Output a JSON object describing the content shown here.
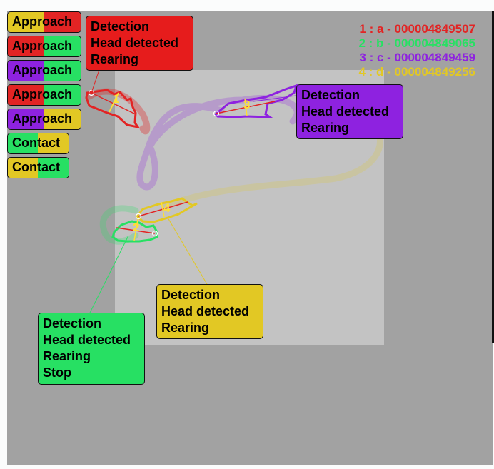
{
  "colors": {
    "red": "#e22424",
    "green": "#27e063",
    "purple": "#8e22e0",
    "yellow": "#e2c824",
    "stage": "#a2a2a2",
    "arena": "#c3c3c3"
  },
  "legend": [
    {
      "text": "1 : a - 000004849507",
      "color": "#e22424"
    },
    {
      "text": "2 : b - 000004849065",
      "color": "#27e063"
    },
    {
      "text": "3 : c - 000004849459",
      "color": "#8e22e0"
    },
    {
      "text": "4 : d - 000004849256",
      "color": "#e2c824"
    }
  ],
  "interaction_tags": [
    {
      "label": "Approach",
      "left_color": "#e2c824",
      "right_color": "#e22424"
    },
    {
      "label": "Approach",
      "left_color": "#e22424",
      "right_color": "#27e063"
    },
    {
      "label": "Approach",
      "left_color": "#8e22e0",
      "right_color": "#27e063"
    },
    {
      "label": "Approach",
      "left_color": "#e22424",
      "right_color": "#27e063"
    },
    {
      "label": "Approach",
      "left_color": "#8e22e0",
      "right_color": "#e2c824"
    },
    {
      "label": "Contact",
      "left_color": "#27e063",
      "right_color": "#e2c824"
    },
    {
      "label": "Contact",
      "left_color": "#e2c824",
      "right_color": "#27e063"
    }
  ],
  "animals": [
    {
      "id": "1",
      "color": "#e22424",
      "events": [
        "Detection",
        "Head detected",
        "Rearing"
      ]
    },
    {
      "id": "2",
      "color": "#27e063",
      "events": [
        "Detection",
        "Head detected",
        "Rearing",
        "Stop"
      ]
    },
    {
      "id": "3",
      "color": "#8e22e0",
      "events": [
        "Detection",
        "Head detected",
        "Rearing"
      ]
    },
    {
      "id": "4",
      "color": "#e2c824",
      "events": [
        "Detection",
        "Head detected",
        "Rearing"
      ]
    }
  ]
}
